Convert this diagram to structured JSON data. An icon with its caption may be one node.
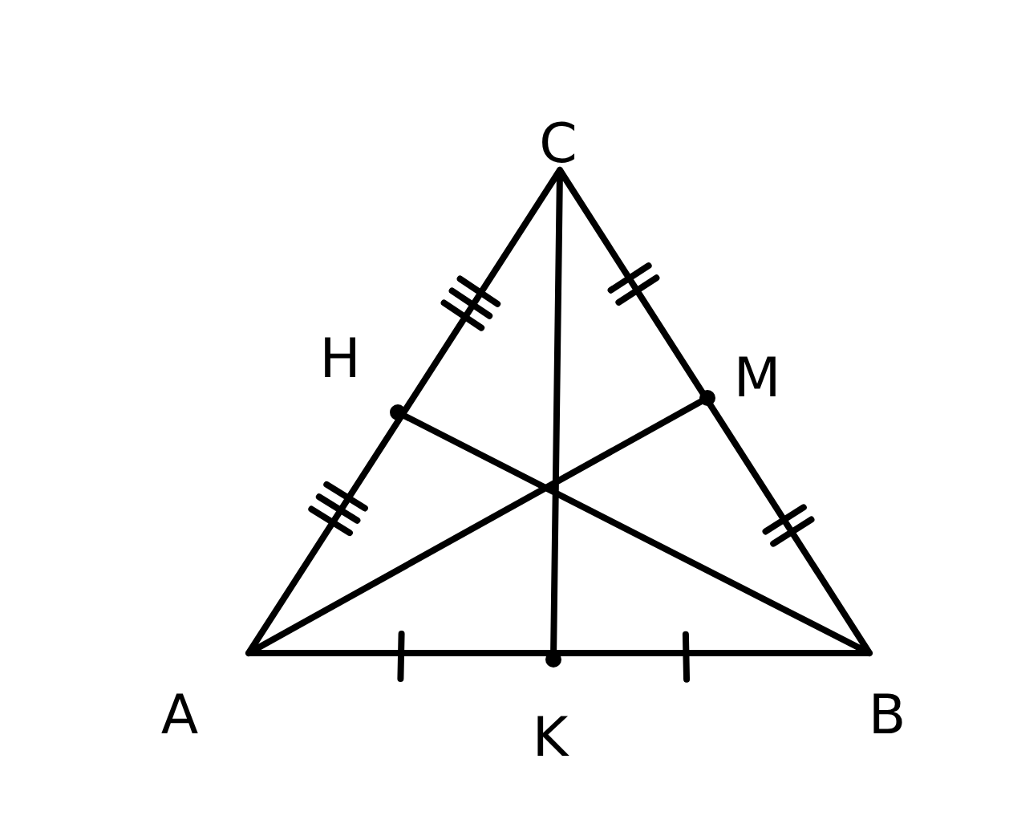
{
  "diagram": {
    "labels": [
      "C",
      "H",
      "M",
      "A",
      "K",
      "B"
    ]
  }
}
